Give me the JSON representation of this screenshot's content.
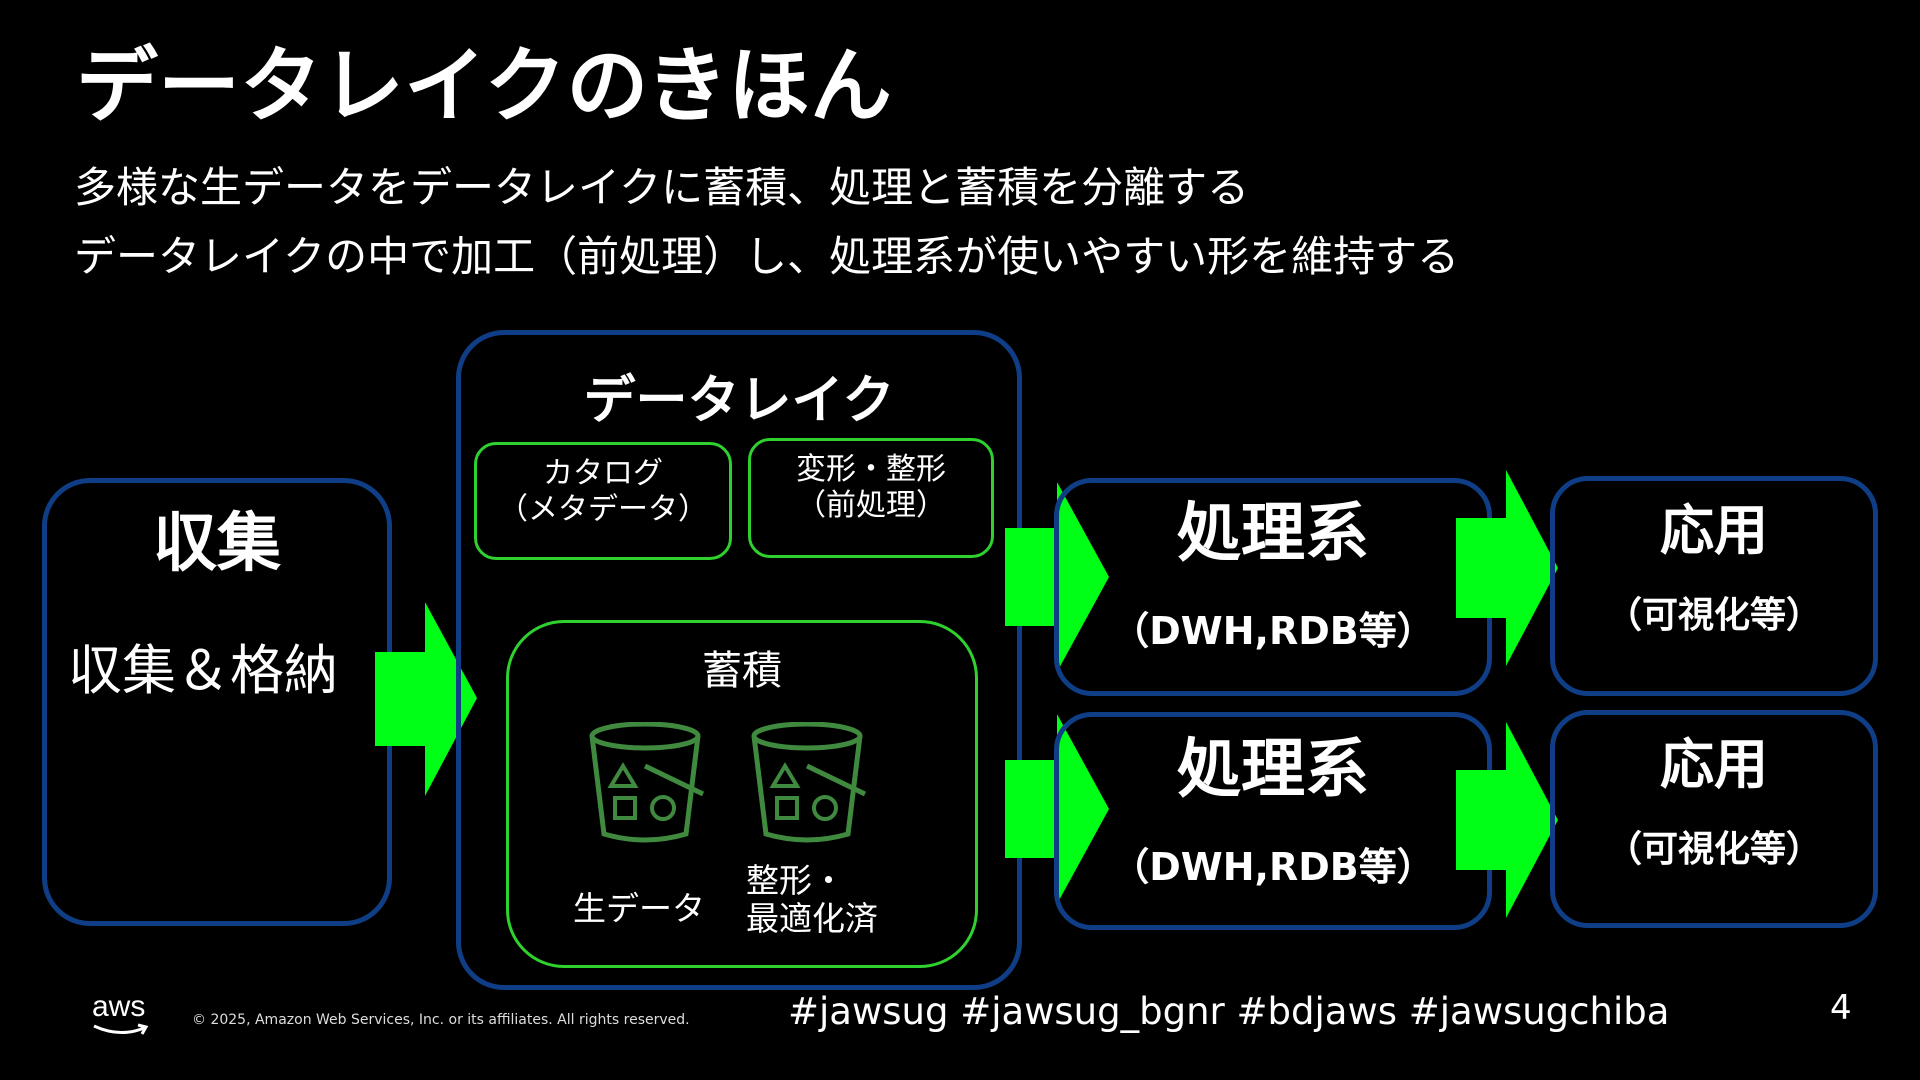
{
  "title": "データレイクのきほん",
  "subtitle_lines": [
    "多様な生データをデータレイクに蓄積、処理と蓄積を分離する",
    "データレイクの中で加工（前処理）し、処理系が使いやすい形を維持する"
  ],
  "diagram": {
    "collect": {
      "title": "収集",
      "body": "収集＆格納"
    },
    "datalake": {
      "title": "データレイク",
      "catalog": {
        "line1": "カタログ",
        "line2": "（メタデータ）"
      },
      "transform": {
        "line1": "変形・整形",
        "line2": "（前処理）"
      },
      "storage": {
        "title": "蓄積",
        "raw_label": "生データ",
        "optimized_line1": "整形・",
        "optimized_line2": "最適化済"
      }
    },
    "processing": [
      {
        "title": "処理系",
        "sub": "（DWH,RDB等）"
      },
      {
        "title": "処理系",
        "sub": "（DWH,RDB等）"
      }
    ],
    "application": [
      {
        "title": "応用",
        "sub": "（可視化等）"
      },
      {
        "title": "応用",
        "sub": "（可視化等）"
      }
    ]
  },
  "footer": {
    "logo_text": "aws",
    "copyright": "© 2025, Amazon Web Services, Inc. or its affiliates. All rights reserved.",
    "hashtags": "#jawsug #jawsug_bgnr #bdjaws #jawsugchiba",
    "page_number": "4"
  },
  "colors": {
    "background": "#000000",
    "box_border_blue": "#0f3e86",
    "box_border_green": "#2ed12e",
    "arrow_green": "#00ff16",
    "bucket_green": "#3f8a3f"
  }
}
